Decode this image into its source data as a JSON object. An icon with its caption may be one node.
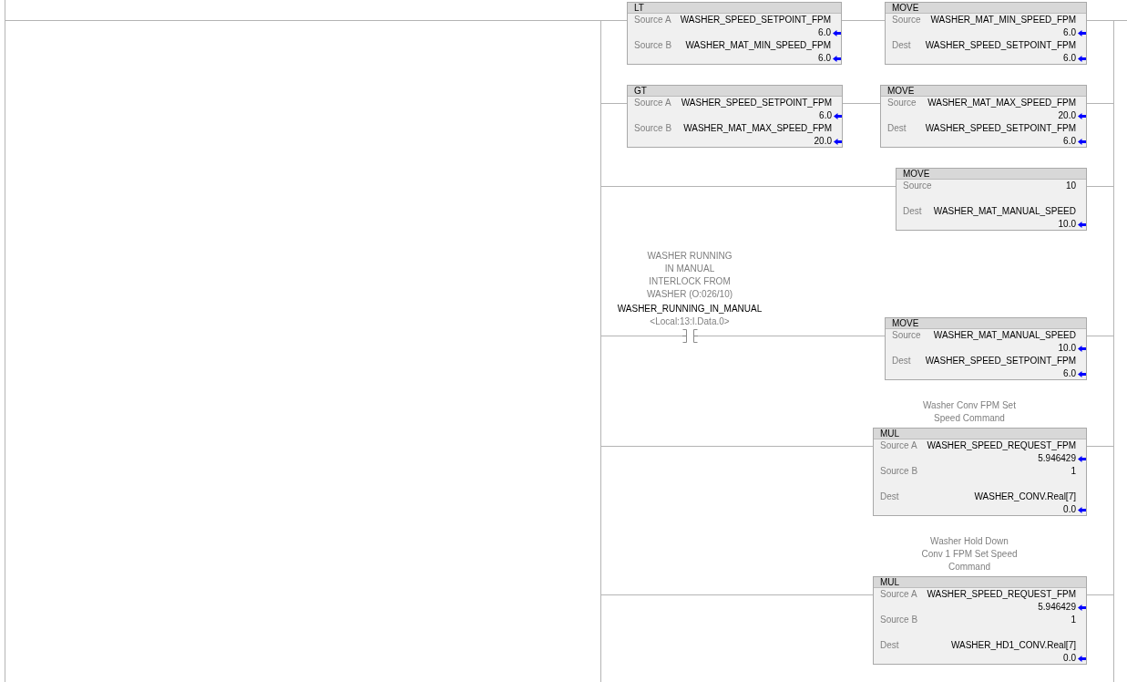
{
  "diagram": {
    "nodes": [
      {
        "text": [],
        "shape": "bar"
      },
      {
        "text": [],
        "shape": "bar"
      },
      {
        "text": [],
        "shape": "bar"
      },
      {
        "text": [
          "LT",
          "Source A",
          "WASHER_SPEED_SETPOINT_FPM",
          "6.0",
          "Source B",
          "WASHER_MAT_MIN_SPEED_FPM",
          "6.0"
        ]
      },
      {
        "text": [
          "MOVE",
          "Source",
          "WASHER_MAT_MIN_SPEED_FPM",
          "6.0",
          "Dest",
          "WASHER_SPEED_SETPOINT_FPM",
          "6.0"
        ]
      },
      {
        "text": [
          "GT",
          "Source A",
          "WASHER_SPEED_SETPOINT_FPM",
          "6.0",
          "Source B",
          "WASHER_MAT_MAX_SPEED_FPM",
          "20.0"
        ]
      },
      {
        "text": [
          "MOVE",
          "Source",
          "WASHER_MAT_MAX_SPEED_FPM",
          "20.0",
          "Dest",
          "WASHER_SPEED_SETPOINT_FPM",
          "6.0"
        ]
      },
      {
        "text": [
          "MOVE",
          "Source",
          "10",
          "Dest",
          "WASHER_MAT_MANUAL_SPEED",
          "10.0"
        ]
      },
      {
        "text": [],
        "shape": "contact",
        "beside": [
          "WASHER RUNNING IN MANUAL INTERLOCK FROM WASHER (O:026/10)",
          "WASHER_RUNNING_IN_MANUAL",
          "<Local:13:I.Data.0>"
        ]
      },
      {
        "text": [
          "MOVE",
          "Source",
          "WASHER_MAT_MANUAL_SPEED",
          "10.0",
          "Dest",
          "WASHER_SPEED_SETPOINT_FPM",
          "6.0"
        ]
      },
      {
        "text": [
          "MUL",
          "Source A",
          "WASHER_SPEED_REQUEST_FPM",
          "5.946429",
          "Source B",
          "1",
          "Dest",
          "WASHER_CONV.Real[7]",
          "0.0"
        ],
        "beside": [
          "Washer Conv FPM Set Speed Command"
        ]
      },
      {
        "text": [
          "MUL",
          "Source A",
          "WASHER_SPEED_REQUEST_FPM",
          "5.946429",
          "Source B",
          "1",
          "Dest",
          "WASHER_HD1_CONV.Real[7]",
          "0.0"
        ],
        "beside": [
          "Washer Hold Down Conv 1 FPM Set Speed Command"
        ]
      }
    ],
    "edges": [
      {
        "from": 0,
        "to": 1,
        "arrow": "none"
      },
      {
        "from": 1,
        "to": 3,
        "arrow": "none"
      },
      {
        "from": 3,
        "to": 4,
        "arrow": "none"
      },
      {
        "from": 4,
        "to": 2,
        "arrow": "none"
      },
      {
        "from": 2,
        "to": null,
        "arrow": "none"
      },
      {
        "from": 1,
        "to": 5,
        "arrow": "none"
      },
      {
        "from": 5,
        "to": 6,
        "arrow": "none"
      },
      {
        "from": 6,
        "to": 2,
        "arrow": "none"
      },
      {
        "from": 1,
        "to": 7,
        "arrow": "none"
      },
      {
        "from": 7,
        "to": 2,
        "arrow": "none"
      },
      {
        "from": 1,
        "to": 8,
        "arrow": "none"
      },
      {
        "from": 8,
        "to": 9,
        "arrow": "none"
      },
      {
        "from": 9,
        "to": 2,
        "arrow": "none"
      },
      {
        "from": 1,
        "to": 10,
        "arrow": "none"
      },
      {
        "from": 10,
        "to": 2,
        "arrow": "none"
      },
      {
        "from": 1,
        "to": 11,
        "arrow": "none"
      },
      {
        "from": 11,
        "to": 2,
        "arrow": "none"
      }
    ]
  }
}
